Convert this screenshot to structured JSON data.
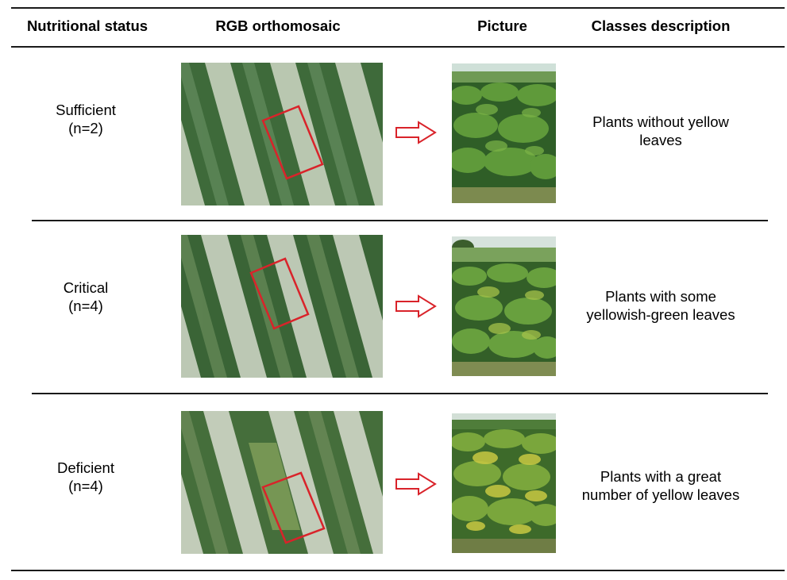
{
  "header": {
    "nutritional_status": "Nutritional status",
    "rgb_orthomosaic": "RGB orthomosaic",
    "picture": "Picture",
    "classes_description": "Classes description"
  },
  "rows": [
    {
      "status": "Sufficient",
      "n": "(n=2)",
      "description_line1": "Plants without yellow",
      "description_line2": "leaves",
      "leaf_tone": "#3f7a35"
    },
    {
      "status": "Critical",
      "n": "(n=4)",
      "description_line1": "Plants with some",
      "description_line2": "yellowish-green leaves",
      "leaf_tone": "#5b8f3a"
    },
    {
      "status": "Deficient",
      "n": "(n=4)",
      "description_line1": "Plants with a great",
      "description_line2": "number of yellow leaves",
      "leaf_tone": "#8fae3c"
    }
  ],
  "colors": {
    "rule": "#1a1a1a",
    "highlight_box": "#d9232a",
    "arrow": "#d9232a"
  }
}
